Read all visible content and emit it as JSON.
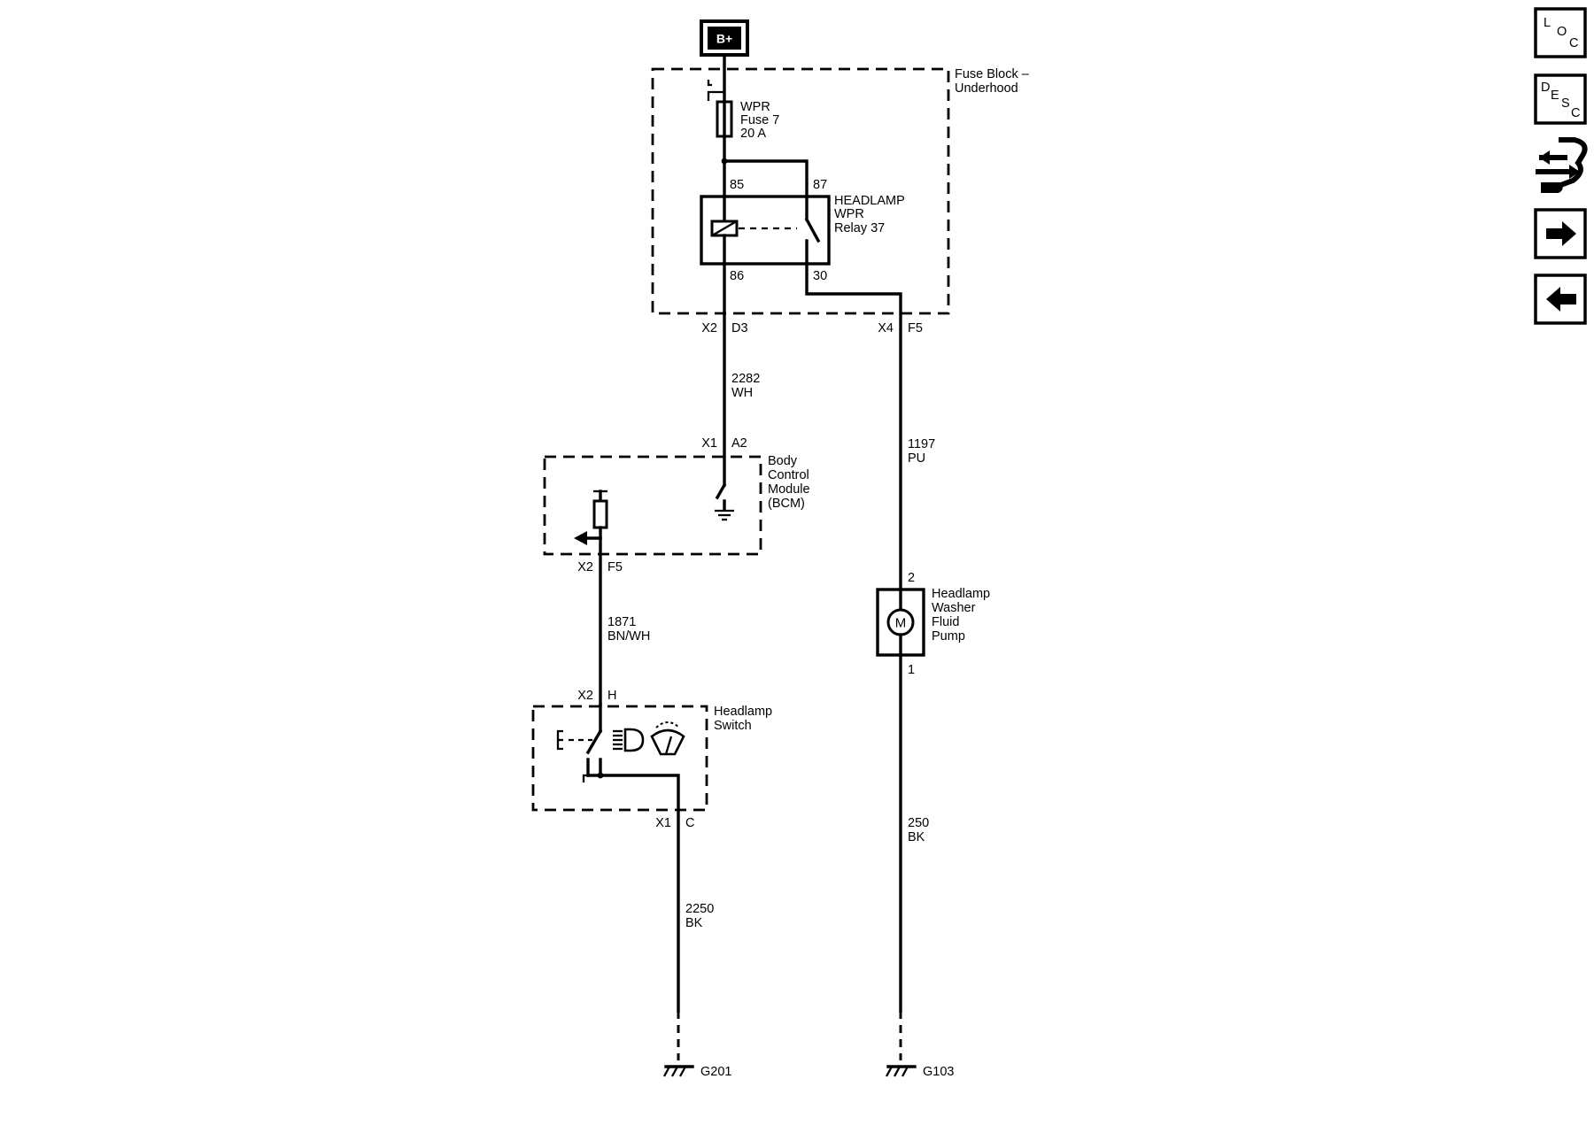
{
  "power_source": "B+",
  "fuse_block": {
    "title_line1": "Fuse Block –",
    "title_line2": "Underhood",
    "fuse": {
      "line1": "WPR",
      "line2": "Fuse 7",
      "line3": "20 A"
    },
    "relay": {
      "line1": "HEADLAMP",
      "line2": "WPR",
      "line3": "Relay 37",
      "pins": {
        "p85": "85",
        "p87": "87",
        "p86": "86",
        "p30": "30"
      }
    },
    "connectors": {
      "left_conn": "X2",
      "left_pin": "D3",
      "right_conn": "X4",
      "right_pin": "F5"
    }
  },
  "wires": [
    {
      "circuit": "2282",
      "color": "WH"
    },
    {
      "circuit": "1197",
      "color": "PU"
    },
    {
      "circuit": "1871",
      "color": "BN/WH"
    },
    {
      "circuit": "250",
      "color": "BK"
    },
    {
      "circuit": "2250",
      "color": "BK"
    }
  ],
  "bcm": {
    "line1": "Body",
    "line2": "Control",
    "line3": "Module",
    "line4": "(BCM)",
    "top_conn": "X1",
    "top_pin": "A2",
    "bottom_conn": "X2",
    "bottom_pin": "F5"
  },
  "pump": {
    "line1": "Headlamp",
    "line2": "Washer",
    "line3": "Fluid",
    "line4": "Pump",
    "symbol": "M",
    "pin_top": "2",
    "pin_bottom": "1"
  },
  "headlamp_switch": {
    "line1": "Headlamp",
    "line2": "Switch",
    "top_conn": "X2",
    "top_pin": "H",
    "bottom_conn": "X1",
    "bottom_pin": "C",
    "icons": [
      "headlamp-beam-icon",
      "washer-spray-icon"
    ]
  },
  "grounds": [
    {
      "label": "G201"
    },
    {
      "label": "G103"
    }
  ],
  "nav": {
    "loc": [
      "L",
      "O",
      "C"
    ],
    "desc": [
      "D",
      "E",
      "S",
      "C"
    ],
    "icons": [
      "loc-icon",
      "desc-icon",
      "connector-tool-icon",
      "next-arrow-icon",
      "prev-arrow-icon"
    ]
  }
}
